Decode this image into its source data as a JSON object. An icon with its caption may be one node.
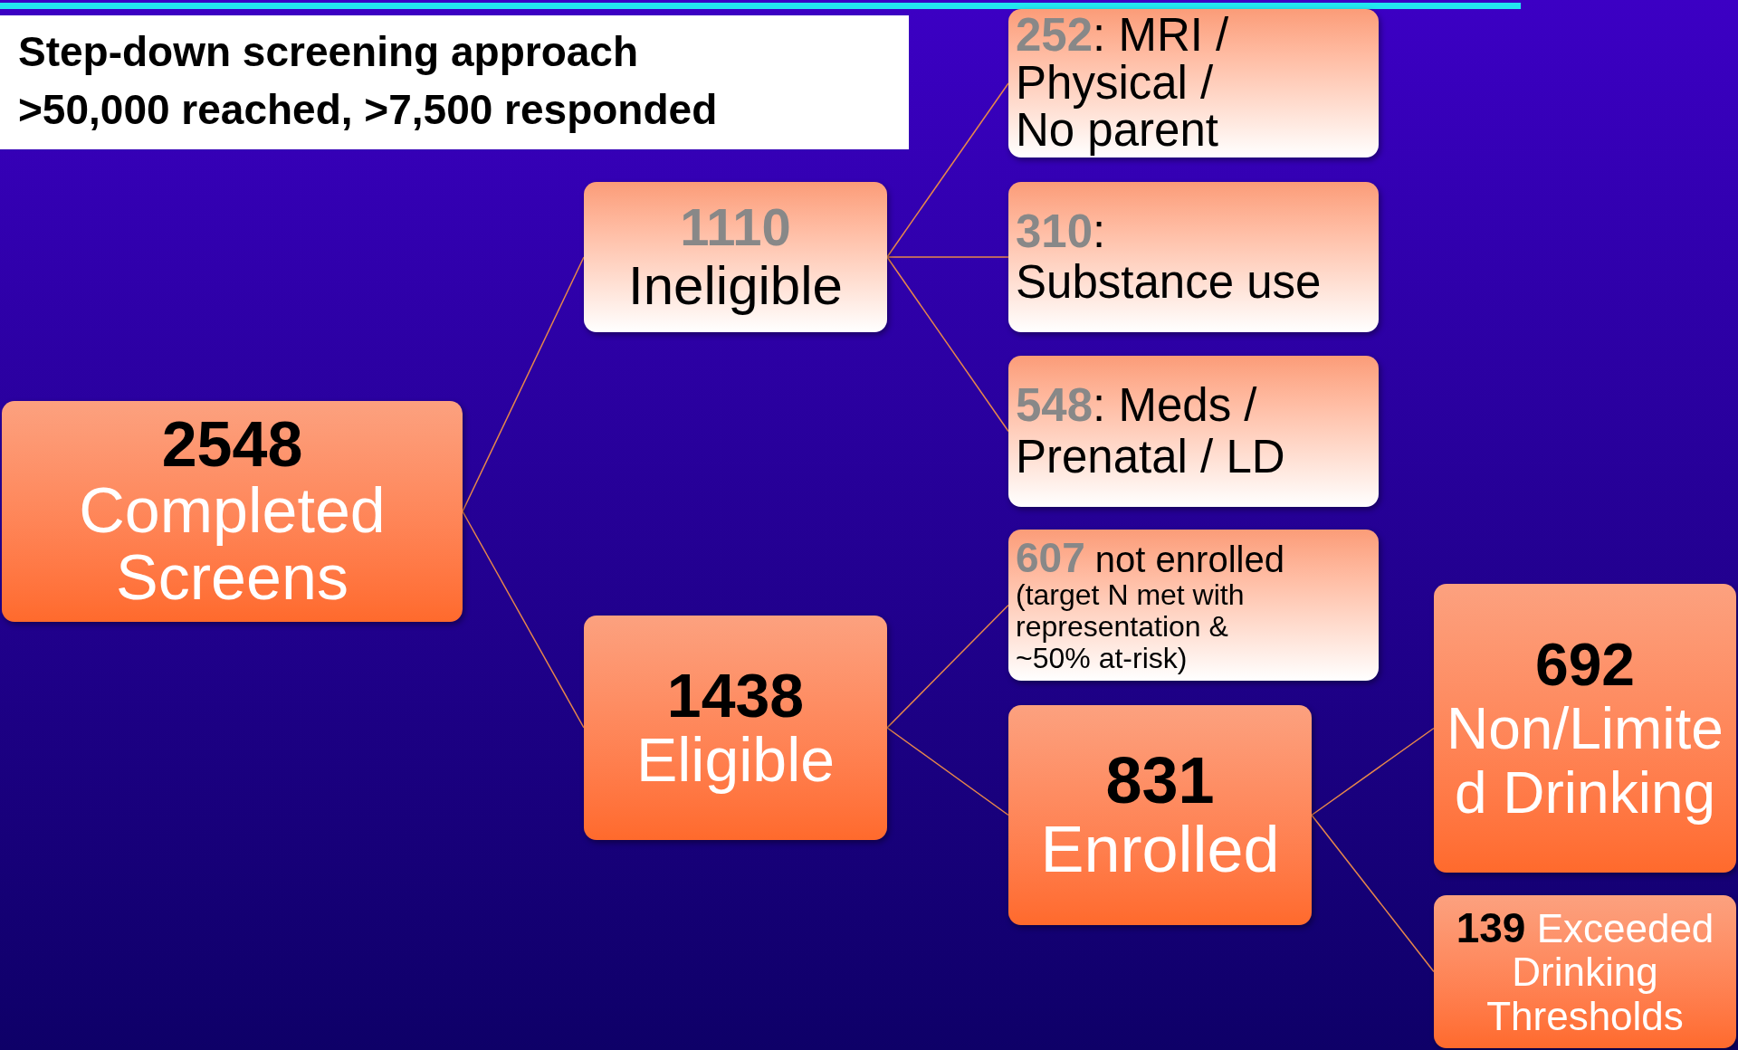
{
  "diagram": {
    "title": "Step-down screening approach",
    "labels": [
      ">50,000 reached, >7,500 responded"
    ],
    "nodes": [
      {
        "text": [
          "2548",
          "Completed Screens"
        ]
      },
      {
        "text": [
          "1110",
          "Ineligible"
        ]
      },
      {
        "text": [
          "1438",
          "Eligible"
        ]
      },
      {
        "text": [
          "**252**: MRI / Physical / No parent"
        ]
      },
      {
        "text": [
          "**310**: Substance use"
        ]
      },
      {
        "text": [
          "**548**: Meds / Prenatal / LD"
        ]
      },
      {
        "text": [
          "**607** not enrolled",
          "(target N met with representation & ~50% at-risk)"
        ]
      },
      {
        "text": [
          "831",
          "Enrolled"
        ]
      },
      {
        "text": [
          "692",
          "Non/Limited Drinking"
        ]
      },
      {
        "text": [
          "**139** Exceeded Drinking Thresholds"
        ]
      }
    ],
    "edges": [
      {
        "from": 0,
        "to": 1,
        "arrow": "none"
      },
      {
        "from": 0,
        "to": 2,
        "arrow": "none"
      },
      {
        "from": 1,
        "to": 3,
        "arrow": "none"
      },
      {
        "from": 1,
        "to": 4,
        "arrow": "none"
      },
      {
        "from": 1,
        "to": 5,
        "arrow": "none"
      },
      {
        "from": 2,
        "to": 6,
        "arrow": "none"
      },
      {
        "from": 2,
        "to": 7,
        "arrow": "none"
      },
      {
        "from": 7,
        "to": 8,
        "arrow": "none"
      },
      {
        "from": 7,
        "to": 9,
        "arrow": "none"
      }
    ]
  }
}
